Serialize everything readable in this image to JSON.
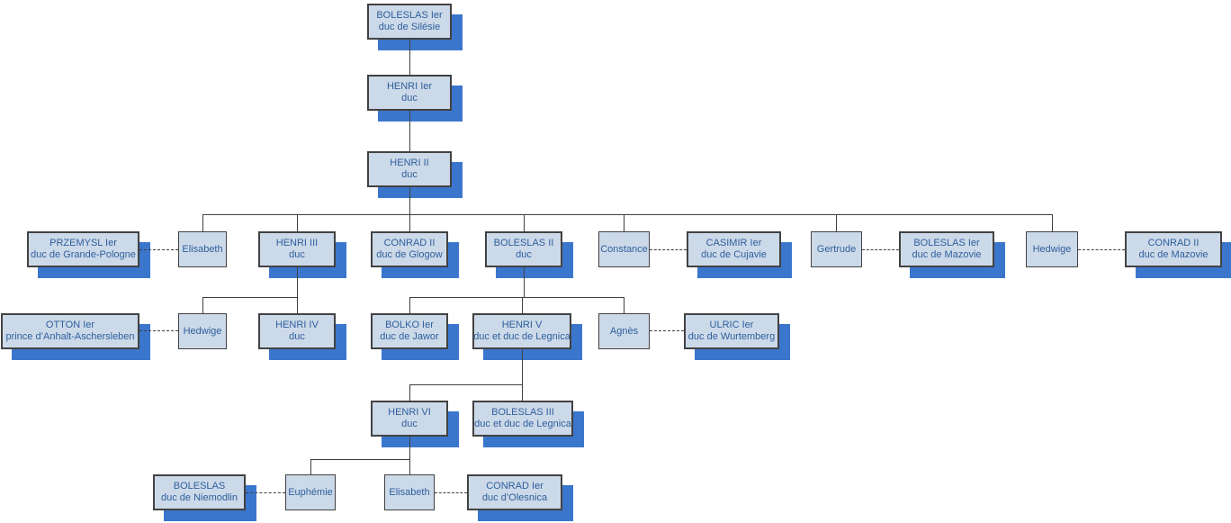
{
  "diagram": {
    "type": "family-tree",
    "background": "#ffffff",
    "colors": {
      "node_fill": "#ccd9e8",
      "node_border": "#424242",
      "node_text": "#2e5f9e",
      "shadow_fill": "#3b76cd",
      "connector": "#3f3f3f"
    },
    "nodes": {
      "boleslas1_silesie": {
        "name": "BOLESLAS Ier",
        "title": "duc de Silésie"
      },
      "henri1": {
        "name": "HENRI Ier",
        "title": "duc"
      },
      "henri2": {
        "name": "HENRI II",
        "title": "duc"
      },
      "przemysl": {
        "name": "PRZEMYSL Ier",
        "title": "duc de Grande-Pologne"
      },
      "elisabeth_a": {
        "name": "Elisabeth",
        "title": ""
      },
      "henri3": {
        "name": "HENRI III",
        "title": "duc"
      },
      "conrad2_glogow": {
        "name": "CONRAD II",
        "title": "duc de Glogow"
      },
      "boleslas2": {
        "name": "BOLESLAS II",
        "title": "duc"
      },
      "constance": {
        "name": "Constance",
        "title": ""
      },
      "casimir": {
        "name": "CASIMIR Ier",
        "title": "duc de Cujavie"
      },
      "gertrude": {
        "name": "Gertrude",
        "title": ""
      },
      "boleslas1_mazovie": {
        "name": "BOLESLAS Ier",
        "title": "duc de Mazovie"
      },
      "hedwige_b": {
        "name": "Hedwige",
        "title": ""
      },
      "conrad2_mazovie": {
        "name": "CONRAD II",
        "title": "duc de Mazovie"
      },
      "otton": {
        "name": "OTTON Ier",
        "title": "prince d’Anhalt-Aschersleben"
      },
      "hedwige_a": {
        "name": "Hedwige",
        "title": ""
      },
      "henri4": {
        "name": "HENRI IV",
        "title": "duc"
      },
      "bolko": {
        "name": "BOLKO Ier",
        "title": "duc de Jawor"
      },
      "henri5": {
        "name": "HENRI V",
        "title": "duc et duc de Legnica"
      },
      "agnes": {
        "name": "Agnès",
        "title": ""
      },
      "ulric": {
        "name": "ULRIC Ier",
        "title": "duc de Wurtemberg"
      },
      "henri6": {
        "name": "HENRI VI",
        "title": "duc"
      },
      "boleslas3": {
        "name": "BOLESLAS III",
        "title": "duc et duc de Legnica"
      },
      "boleslas_niemodlin": {
        "name": "BOLESLAS",
        "title": "duc de Niemodlin"
      },
      "euphemie": {
        "name": "Euphémie",
        "title": ""
      },
      "elisabeth_b": {
        "name": "Elisabeth",
        "title": ""
      },
      "conrad1_olesnica": {
        "name": "CONRAD Ier",
        "title": "duc d’Olesnica"
      }
    }
  }
}
